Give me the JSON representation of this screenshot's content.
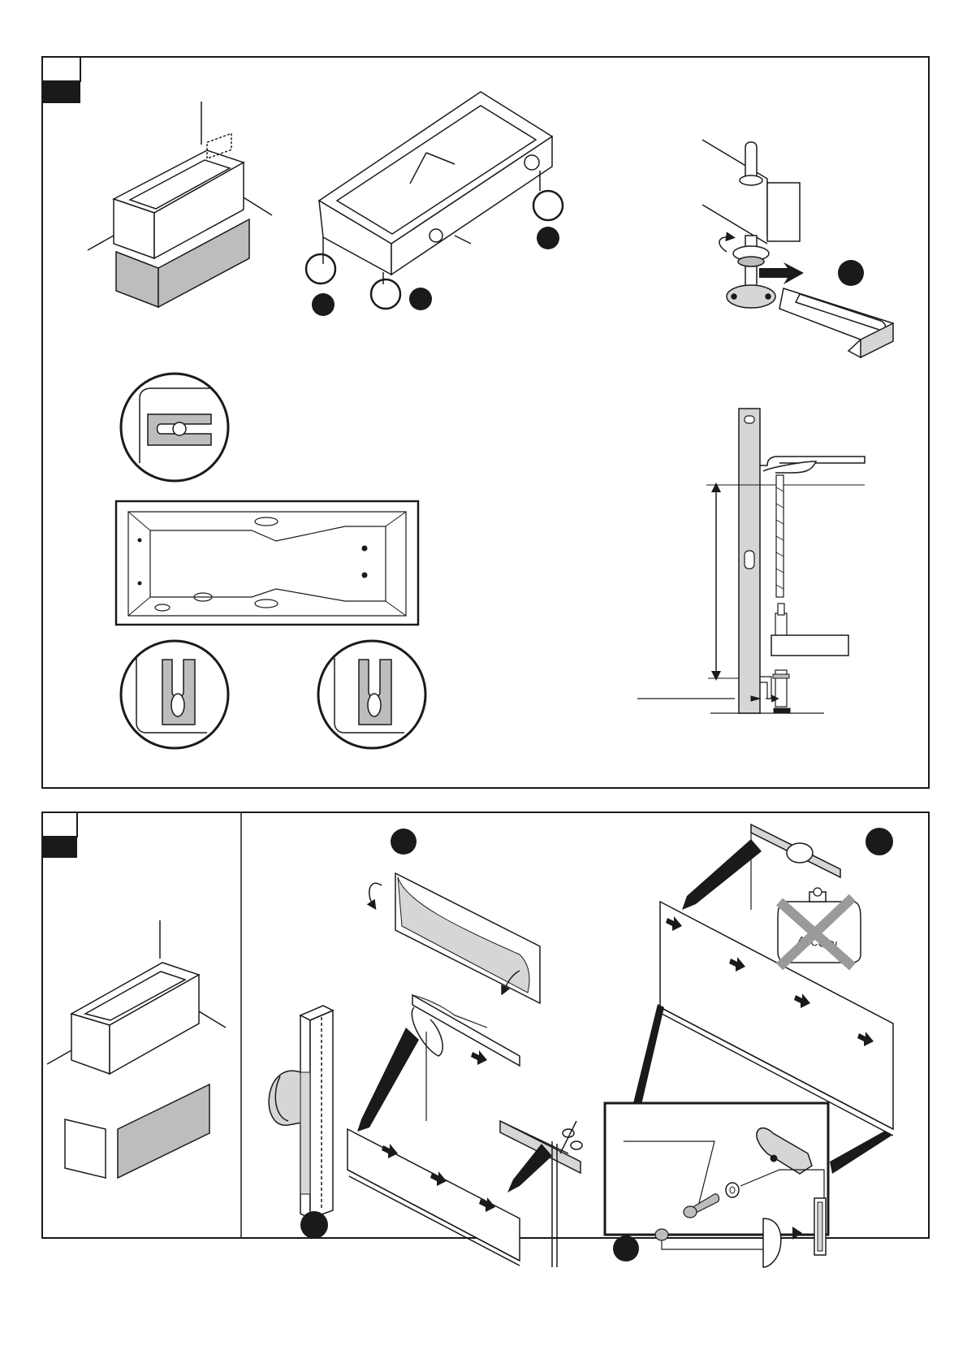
{
  "colors": {
    "ink": "#1a1a1a",
    "panel_gray": "#bdbdbd",
    "light_gray": "#d6d6d6",
    "cross_gray": "#9a9a9a"
  },
  "sections": [
    {
      "id": "top",
      "has_step_number": false
    },
    {
      "id": "bottom",
      "has_step_number": false
    }
  ],
  "labels": {
    "alcohol_warning": "ALCOOL"
  }
}
